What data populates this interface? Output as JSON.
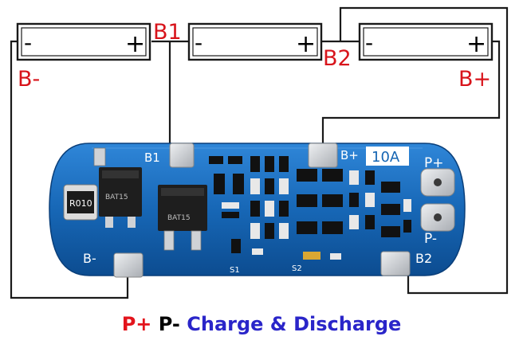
{
  "batteries": [
    {
      "minus": "-",
      "plus": "+"
    },
    {
      "minus": "-",
      "plus": "+"
    },
    {
      "minus": "-",
      "plus": "+"
    }
  ],
  "node_labels": {
    "b_minus": "B-",
    "b1": "B1",
    "b2": "B2",
    "b_plus": "B+"
  },
  "board": {
    "silkscreen": {
      "b1": "B1",
      "b_plus": "B+",
      "current": "10A",
      "p_plus": "P+",
      "b_minus": "B-",
      "p_minus": "P-",
      "b2": "B2",
      "s1": "S1",
      "s2": "S2",
      "resistor": "R010",
      "mosfet_a": "BAT15",
      "mosfet_b": "BAT15"
    }
  },
  "caption": {
    "p_plus": "P+",
    "p_minus": "P-",
    "text": "Charge & Discharge"
  },
  "colors": {
    "label_red": "#d8141b",
    "pcb_blue": "#1565b3",
    "caption_blue": "#2a25c9",
    "pad_silver": "#c9ccd1"
  }
}
